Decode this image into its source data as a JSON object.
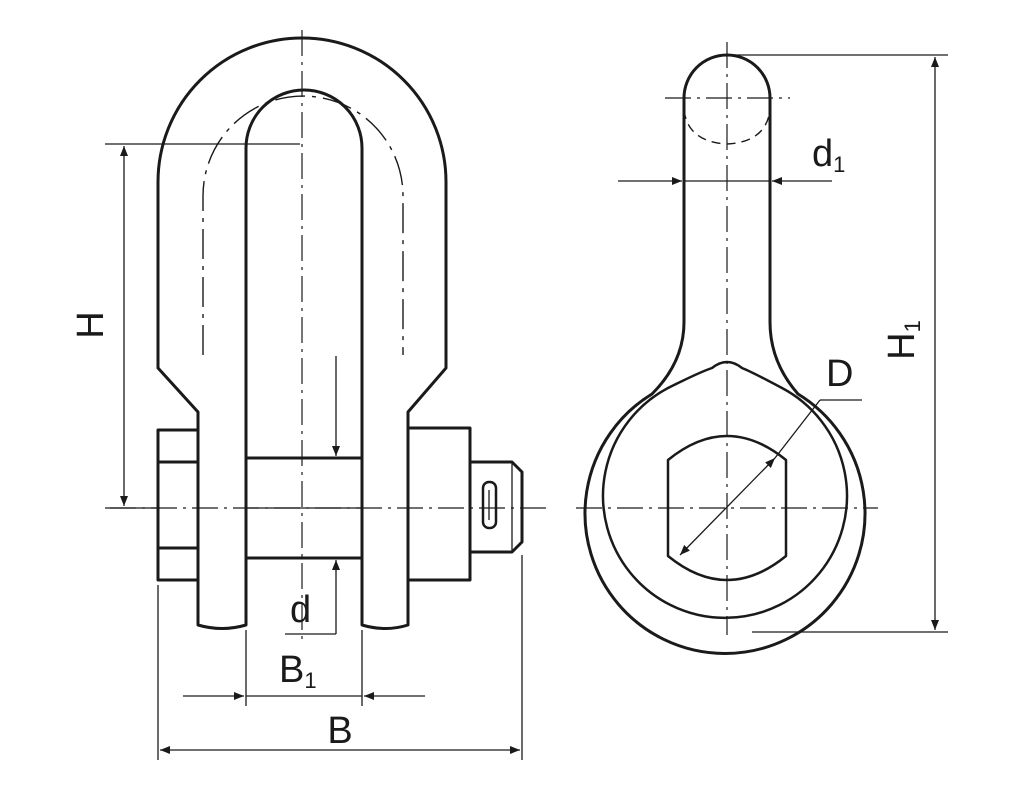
{
  "labels": {
    "H": {
      "main": "H",
      "sub": ""
    },
    "H1": {
      "main": "H",
      "sub": "1"
    },
    "d": {
      "main": "d",
      "sub": ""
    },
    "d1": {
      "main": "d",
      "sub": "1"
    },
    "B": {
      "main": "B",
      "sub": ""
    },
    "B1": {
      "main": "B",
      "sub": "1"
    },
    "D": {
      "main": "D",
      "sub": ""
    }
  }
}
